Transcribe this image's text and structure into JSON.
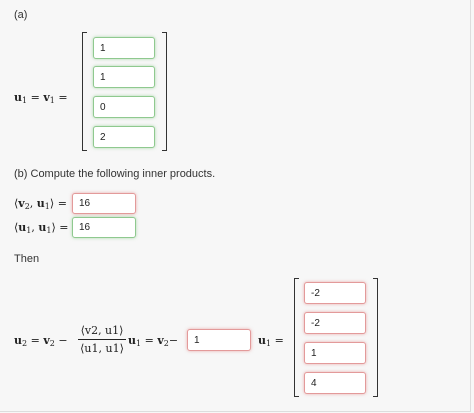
{
  "part_a": {
    "label": "(a)",
    "equation": {
      "u": "u",
      "eq": "=",
      "v": "v",
      "sub": "1"
    },
    "vector_values": [
      "1",
      "1",
      "0",
      "2"
    ]
  },
  "part_b": {
    "prompt": "(b) Compute the following inner products.",
    "ip1": {
      "open": "⟨",
      "a": "v",
      "a_sub": "2",
      "sep": ", ",
      "b": "u",
      "b_sub": "1",
      "close": "⟩",
      "eq": "=",
      "value": "16",
      "status": "incorrect"
    },
    "ip2": {
      "open": "⟨",
      "a": "u",
      "a_sub": "1",
      "sep": ", ",
      "b": "u",
      "b_sub": "1",
      "close": "⟩",
      "eq": "=",
      "value": "16",
      "status": "correct"
    }
  },
  "then": {
    "label": "Then",
    "lhs": "u",
    "lhs_sub": "2",
    "eq": "=",
    "minus": "−",
    "v": "v",
    "v_sub": "2",
    "frac_num": "⟨v2, u1⟩",
    "frac_den": "⟨u1, u1⟩",
    "u1": "u",
    "u1_sub": "1",
    "coef_value": "1",
    "result_values": [
      "-2",
      "-2",
      "1",
      "4"
    ]
  },
  "colors": {
    "correct_border": "#8fc98f",
    "incorrect_border": "#e39a9a"
  }
}
